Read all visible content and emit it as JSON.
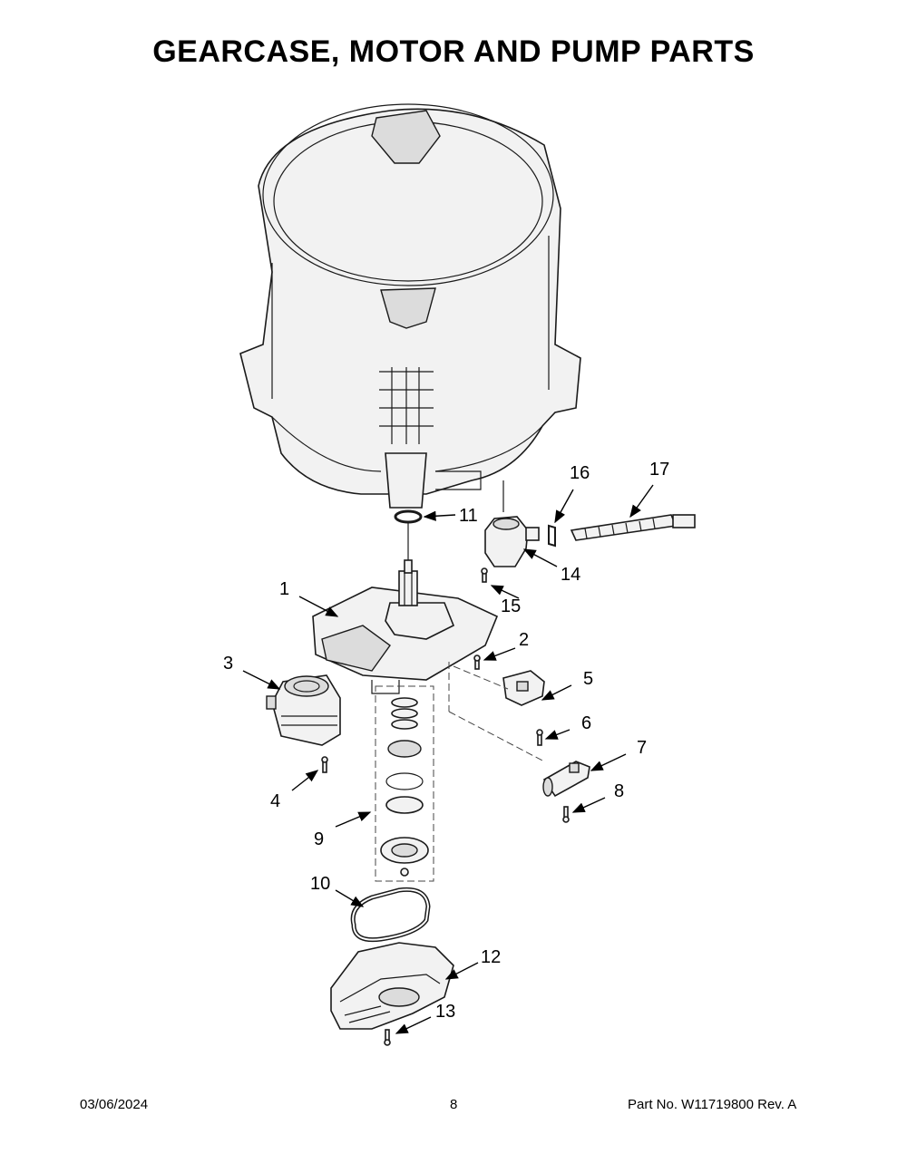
{
  "title": "GEARCASE, MOTOR AND PUMP PARTS",
  "callouts": [
    {
      "num": "1"
    },
    {
      "num": "2"
    },
    {
      "num": "3"
    },
    {
      "num": "4"
    },
    {
      "num": "5"
    },
    {
      "num": "6"
    },
    {
      "num": "7"
    },
    {
      "num": "8"
    },
    {
      "num": "9"
    },
    {
      "num": "10"
    },
    {
      "num": "11"
    },
    {
      "num": "12"
    },
    {
      "num": "13"
    },
    {
      "num": "14"
    },
    {
      "num": "15"
    },
    {
      "num": "16"
    },
    {
      "num": "17"
    }
  ],
  "footer": {
    "date": "03/06/2024",
    "page": "8",
    "part_no": "Part No.  W11719800  Rev.  A"
  }
}
